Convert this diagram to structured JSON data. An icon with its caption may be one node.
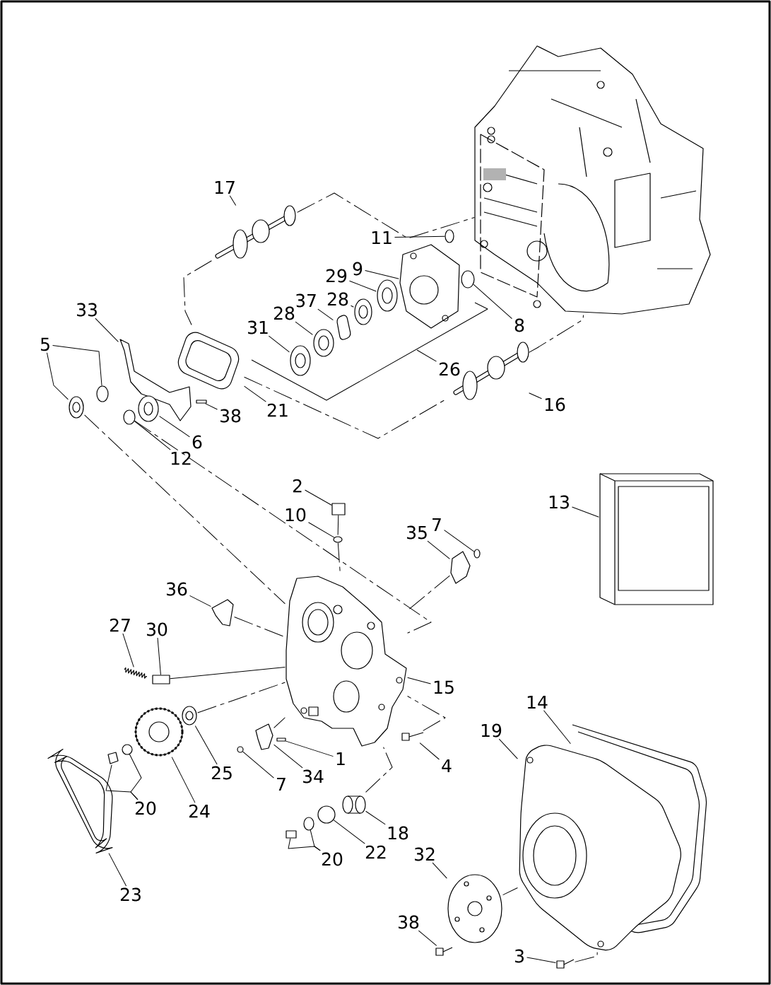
{
  "diagram": {
    "nodes": [
      {
        "text": [
          "17"
        ]
      },
      {
        "text": [
          "11"
        ]
      },
      {
        "text": [
          "29"
        ]
      },
      {
        "text": [
          "9"
        ]
      },
      {
        "text": [
          "37"
        ]
      },
      {
        "text": [
          "28"
        ]
      },
      {
        "text": [
          "28"
        ]
      },
      {
        "text": [
          "31"
        ]
      },
      {
        "text": [
          "8"
        ]
      },
      {
        "text": [
          "33"
        ]
      },
      {
        "text": [
          "5"
        ]
      },
      {
        "text": [
          "26"
        ]
      },
      {
        "text": [
          "16"
        ]
      },
      {
        "text": [
          "38"
        ]
      },
      {
        "text": [
          "21"
        ]
      },
      {
        "text": [
          "6"
        ]
      },
      {
        "text": [
          "12"
        ]
      },
      {
        "text": [
          "2"
        ]
      },
      {
        "text": [
          "10"
        ]
      },
      {
        "text": [
          "35"
        ]
      },
      {
        "text": [
          "7"
        ]
      },
      {
        "text": [
          "13"
        ]
      },
      {
        "text": [
          "36"
        ]
      },
      {
        "text": [
          "27"
        ]
      },
      {
        "text": [
          "30"
        ]
      },
      {
        "text": [
          "15"
        ]
      },
      {
        "text": [
          "14"
        ]
      },
      {
        "text": [
          "19"
        ]
      },
      {
        "text": [
          "1"
        ]
      },
      {
        "text": [
          "4"
        ]
      },
      {
        "text": [
          "25"
        ]
      },
      {
        "text": [
          "7"
        ]
      },
      {
        "text": [
          "34"
        ]
      },
      {
        "text": [
          "20"
        ]
      },
      {
        "text": [
          "24"
        ]
      },
      {
        "text": [
          "18"
        ]
      },
      {
        "text": [
          "22"
        ]
      },
      {
        "text": [
          "20"
        ]
      },
      {
        "text": [
          "23"
        ]
      },
      {
        "text": [
          "32"
        ]
      },
      {
        "text": [
          "38"
        ]
      },
      {
        "text": [
          "3"
        ]
      },
      {
        "text": [],
        "shape": "picture"
      },
      {
        "text": [],
        "shape": "circle"
      },
      {
        "text": [],
        "shape": "picture"
      },
      {
        "text": [],
        "shape": "circle"
      },
      {
        "text": [],
        "shape": "picture"
      },
      {
        "text": [],
        "shape": "picture"
      },
      {
        "text": [],
        "shape": "picture"
      },
      {
        "text": [],
        "shape": "picture"
      },
      {
        "text": [],
        "shape": "picture"
      },
      {
        "text": [],
        "shape": "picture"
      },
      {
        "text": [],
        "shape": "picture"
      },
      {
        "text": [],
        "shape": "box"
      },
      {
        "text": [],
        "shape": "picture"
      },
      {
        "text": [],
        "shape": "picture"
      },
      {
        "text": [],
        "shape": "circle"
      },
      {
        "text": [],
        "shape": "picture"
      },
      {
        "text": [],
        "shape": "circle"
      },
      {
        "text": [],
        "shape": "box"
      },
      {
        "text": [],
        "shape": "circle"
      },
      {
        "text": [],
        "shape": "picture"
      },
      {
        "text": [],
        "shape": "circle"
      },
      {
        "text": [],
        "shape": "picture"
      },
      {
        "text": [],
        "shape": "picture"
      },
      {
        "text": [],
        "shape": "picture"
      },
      {
        "text": [],
        "shape": "box"
      },
      {
        "text": [],
        "shape": "picture"
      },
      {
        "text": [],
        "shape": "box"
      },
      {
        "text": [],
        "shape": "picture"
      },
      {
        "text": [],
        "shape": "picture"
      },
      {
        "text": [],
        "shape": "circle"
      },
      {
        "text": [],
        "shape": "picture"
      },
      {
        "text": [],
        "shape": "picture"
      },
      {
        "text": [],
        "shape": "circle"
      },
      {
        "text": [],
        "shape": "picture"
      },
      {
        "text": [],
        "shape": "picture"
      },
      {
        "text": [],
        "shape": "circle"
      },
      {
        "text": [],
        "shape": "box"
      },
      {
        "text": [],
        "shape": "circle"
      },
      {
        "text": [],
        "shape": "picture"
      },
      {
        "text": [],
        "shape": "picture"
      },
      {
        "text": [],
        "shape": "picture"
      },
      {
        "text": [],
        "shape": "picture"
      },
      {
        "text": [],
        "shape": "picture"
      },
      {
        "text": [],
        "shape": "picture"
      },
      {
        "text": [],
        "shape": "picture"
      }
    ],
    "edges": [
      {
        "from": 0,
        "to": 42,
        "arrow": "none"
      },
      {
        "from": 1,
        "to": 43,
        "arrow": "none"
      },
      {
        "from": 2,
        "to": 46,
        "arrow": "none"
      },
      {
        "from": 3,
        "to": 44,
        "arrow": "none"
      },
      {
        "from": 4,
        "to": 48,
        "arrow": "none"
      },
      {
        "from": 5,
        "to": 47,
        "arrow": "none"
      },
      {
        "from": 6,
        "to": 49,
        "arrow": "none"
      },
      {
        "from": 7,
        "to": 50,
        "arrow": "none"
      },
      {
        "from": 8,
        "to": 45,
        "arrow": "none"
      },
      {
        "from": 9,
        "to": 54,
        "arrow": "none"
      },
      {
        "from": 10,
        "to": 56,
        "arrow": "none"
      },
      {
        "from": 10,
        "to": 55,
        "arrow": "none"
      },
      {
        "from": 11,
        "to": null,
        "arrow": "none"
      },
      {
        "from": 12,
        "to": 51,
        "arrow": "none"
      },
      {
        "from": 13,
        "to": 53,
        "arrow": "none"
      },
      {
        "from": 14,
        "to": 52,
        "arrow": "none"
      },
      {
        "from": 15,
        "to": 57,
        "arrow": "none"
      },
      {
        "from": 16,
        "to": 58,
        "arrow": "none"
      },
      {
        "from": 17,
        "to": 59,
        "arrow": "none"
      },
      {
        "from": 18,
        "to": 60,
        "arrow": "none"
      },
      {
        "from": 19,
        "to": 61,
        "arrow": "none"
      },
      {
        "from": 20,
        "to": 62,
        "arrow": "none"
      },
      {
        "from": 21,
        "to": 63,
        "arrow": "none"
      },
      {
        "from": 22,
        "to": 64,
        "arrow": "none"
      },
      {
        "from": 23,
        "to": 65,
        "arrow": "none"
      },
      {
        "from": 24,
        "to": 66,
        "arrow": "none"
      },
      {
        "from": 25,
        "to": 67,
        "arrow": "none"
      },
      {
        "from": 26,
        "to": 81,
        "arrow": "none"
      },
      {
        "from": 27,
        "to": 82,
        "arrow": "none"
      },
      {
        "from": 28,
        "to": 68,
        "arrow": "none"
      },
      {
        "from": 29,
        "to": 69,
        "arrow": "none"
      },
      {
        "from": 30,
        "to": 70,
        "arrow": "none"
      },
      {
        "from": 31,
        "to": 71,
        "arrow": "none"
      },
      {
        "from": 32,
        "to": 72,
        "arrow": "none"
      },
      {
        "from": 33,
        "to": 73,
        "arrow": "none"
      },
      {
        "from": 33,
        "to": 74,
        "arrow": "none"
      },
      {
        "from": 34,
        "to": 75,
        "arrow": "none"
      },
      {
        "from": 35,
        "to": 76,
        "arrow": "none"
      },
      {
        "from": 36,
        "to": 77,
        "arrow": "none"
      },
      {
        "from": 37,
        "to": 78,
        "arrow": "none"
      },
      {
        "from": 37,
        "to": 79,
        "arrow": "none"
      },
      {
        "from": 38,
        "to": 80,
        "arrow": "none"
      },
      {
        "from": 39,
        "to": 83,
        "arrow": "none"
      },
      {
        "from": 40,
        "to": 84,
        "arrow": "none"
      },
      {
        "from": 41,
        "to": 85,
        "arrow": "none"
      },
      {
        "from": 42,
        "to": 86,
        "arrow": "none",
        "style": "dashed"
      },
      {
        "from": 51,
        "to": 86,
        "arrow": "none",
        "style": "dashed"
      },
      {
        "from": 42,
        "to": 52,
        "arrow": "none",
        "style": "dashed"
      },
      {
        "from": 52,
        "to": 51,
        "arrow": "none",
        "style": "dashed"
      },
      {
        "from": 55,
        "to": 67,
        "arrow": "none",
        "style": "dashed"
      },
      {
        "from": 58,
        "to": 67,
        "arrow": "none",
        "style": "dashed"
      },
      {
        "from": 59,
        "to": 60,
        "arrow": "none",
        "style": "dashed"
      },
      {
        "from": 60,
        "to": 67,
        "arrow": "none",
        "style": "dashed"
      },
      {
        "from": 61,
        "to": 67,
        "arrow": "none",
        "style": "dashed"
      },
      {
        "from": 64,
        "to": 67,
        "arrow": "none",
        "style": "dashed"
      },
      {
        "from": 66,
        "to": 67,
        "arrow": "none"
      },
      {
        "from": 70,
        "to": 67,
        "arrow": "none",
        "style": "dashed"
      },
      {
        "from": 72,
        "to": 67,
        "arrow": "none",
        "style": "dashed"
      },
      {
        "from": 69,
        "to": 67,
        "arrow": "none",
        "style": "dashed"
      },
      {
        "from": 76,
        "to": 67,
        "arrow": "none",
        "style": "dashed"
      },
      {
        "from": 83,
        "to": 82,
        "arrow": "none",
        "style": "dashed"
      },
      {
        "from": 85,
        "to": 82,
        "arrow": "none",
        "style": "dashed"
      }
    ]
  }
}
